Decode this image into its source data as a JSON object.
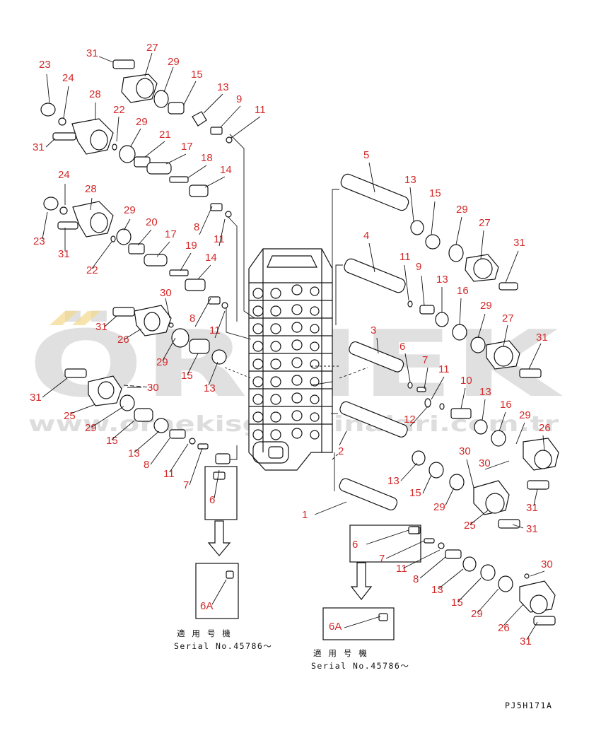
{
  "diagram": {
    "drawing_code": "PJ5H171A",
    "watermark": {
      "big": "ÖRNEK",
      "url": "www.ornekisgmakinalari.com.tr"
    },
    "applicability": {
      "left": {
        "label": "適 用 号 機",
        "serial": "Serial No.45786〜"
      },
      "right": {
        "label": "適 用 号 機",
        "serial": "Serial No.45786〜"
      }
    },
    "part_labels": [
      "31",
      "27",
      "23",
      "24",
      "28",
      "29",
      "15",
      "13",
      "9",
      "11",
      "22",
      "29",
      "21",
      "17",
      "18",
      "14",
      "31",
      "24",
      "28",
      "23",
      "29",
      "20",
      "17",
      "19",
      "14",
      "8",
      "11",
      "31",
      "22",
      "8",
      "11",
      "30",
      "31",
      "26",
      "29",
      "15",
      "13",
      "31",
      "30",
      "25",
      "29",
      "15",
      "13",
      "8",
      "11",
      "7",
      "6",
      "6A",
      "5",
      "13",
      "15",
      "29",
      "27",
      "31",
      "4",
      "11",
      "9",
      "13",
      "16",
      "29",
      "27",
      "31",
      "3",
      "6",
      "7",
      "11",
      "10",
      "12",
      "13",
      "16",
      "29",
      "26",
      "2",
      "30",
      "30",
      "13",
      "15",
      "29",
      "31",
      "25",
      "31",
      "1",
      "6",
      "7",
      "11",
      "8",
      "13",
      "15",
      "29",
      "26",
      "31",
      "30",
      "6A"
    ]
  }
}
